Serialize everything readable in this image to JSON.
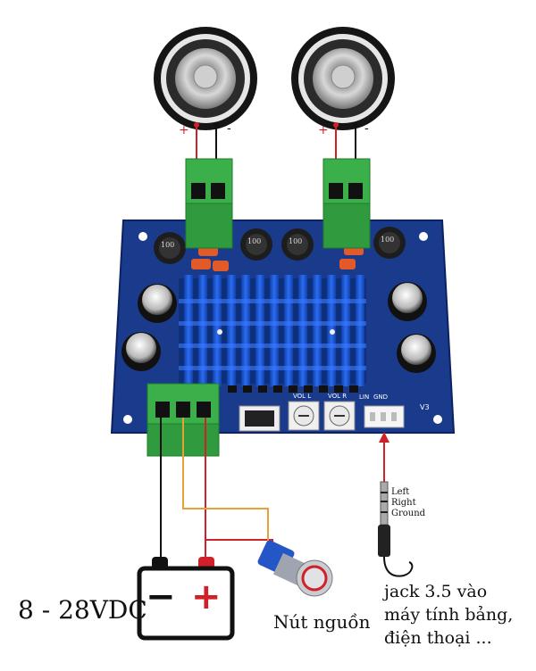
{
  "speakers": [
    {
      "plus_label": "+",
      "minus_label": "-"
    },
    {
      "plus_label": "+",
      "minus_label": "-"
    }
  ],
  "board": {
    "vol_left_label": "VOL L",
    "vol_right_label": "VOL R",
    "line_in_label": "LIN",
    "gnd_label": "GND",
    "v_label": "V3",
    "inductor_mark": "100"
  },
  "battery": {
    "voltage_label": "8 - 28VDC",
    "minus_sign": "−",
    "plus_sign": "+"
  },
  "power_button": {
    "label": "Nút nguồn"
  },
  "jack": {
    "left_label": "Left",
    "right_label": "Right",
    "ground_label": "Ground",
    "description_lines": [
      "jack 3.5 vào",
      "máy tính bảng,",
      "điện thoại ..."
    ]
  },
  "colors": {
    "board_blue": "#1a3a8c",
    "heatsink_blue": "#1f5fe0",
    "terminal_green": "#3bb04a",
    "wire_red": "#d0202a",
    "wire_black": "#111111",
    "wire_orange": "#e8a13a"
  }
}
